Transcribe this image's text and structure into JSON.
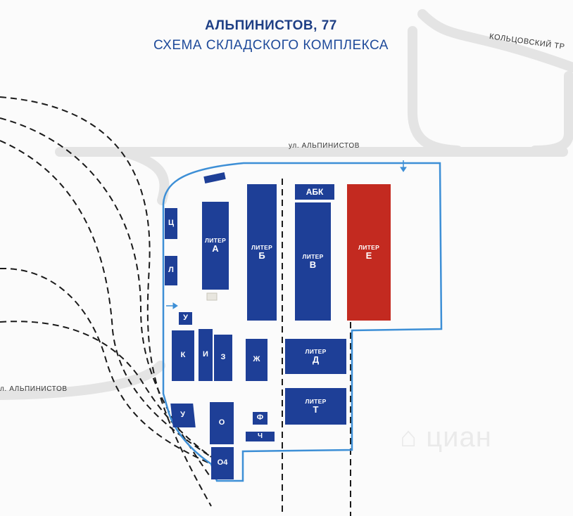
{
  "header": {
    "title": "АЛЬПИНИСТОВ, 77",
    "subtitle": "СХЕМА СКЛАДСКОГО КОМПЛЕКСА"
  },
  "streets": {
    "koltsovsky": "КОЛЬЦОВСКИЙ ТР",
    "alpinistov_top": "ул. АЛЬПИНИСТОВ",
    "alpinistov_left": "л. АЛЬПИНИСТОВ"
  },
  "buildings": {
    "prefix": "ЛИТЕР",
    "a": "А",
    "b": "Б",
    "v": "В",
    "e": "Е",
    "d": "Д",
    "t": "Т",
    "abk": "АБК",
    "ts": "Ц",
    "l": "Л",
    "u1": "У",
    "u2": "У",
    "k": "К",
    "i": "И",
    "z": "З",
    "zh": "Ж",
    "o": "О",
    "o4": "О4",
    "f": "Ф",
    "ch": "Ч"
  },
  "colors": {
    "building": "#1e3f97",
    "highlight": "#c32a20",
    "road": "#e6e6e6",
    "route": "#3d8fd6"
  }
}
